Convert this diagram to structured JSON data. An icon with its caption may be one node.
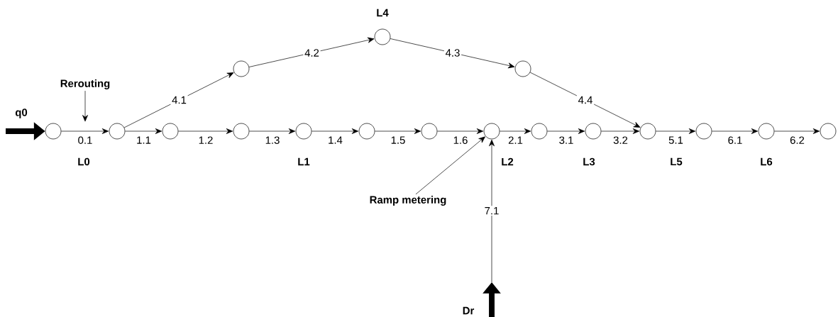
{
  "diagram": {
    "nodes": [
      {
        "text": [],
        "shape": "circle"
      },
      {
        "text": [],
        "shape": "circle"
      },
      {
        "text": [],
        "shape": "circle"
      },
      {
        "text": [],
        "shape": "circle"
      },
      {
        "text": [],
        "shape": "circle"
      },
      {
        "text": [],
        "shape": "circle"
      },
      {
        "text": [],
        "shape": "circle"
      },
      {
        "text": [],
        "shape": "circle"
      },
      {
        "text": [],
        "shape": "circle"
      },
      {
        "text": [],
        "shape": "circle"
      },
      {
        "text": [],
        "shape": "circle"
      },
      {
        "text": [],
        "shape": "circle"
      },
      {
        "text": [],
        "shape": "circle"
      },
      {
        "text": [],
        "shape": "circle"
      },
      {
        "text": [],
        "shape": "circle"
      },
      {
        "text": [],
        "shape": "circle"
      },
      {
        "text": [],
        "shape": "circle"
      },
      {
        "text": [
          "Rerouting"
        ]
      },
      {
        "text": [
          "Ramp metering"
        ]
      }
    ],
    "edges": [
      {
        "from": null,
        "to": 0,
        "arrow": "to",
        "style": "thick"
      },
      {
        "from": 0,
        "to": 1,
        "arrow": "to",
        "label": "0.1"
      },
      {
        "from": 1,
        "to": 2,
        "arrow": "to",
        "label": "1.1"
      },
      {
        "from": 2,
        "to": 3,
        "arrow": "to",
        "label": "1.2"
      },
      {
        "from": 3,
        "to": 4,
        "arrow": "to",
        "label": "1.3"
      },
      {
        "from": 4,
        "to": 5,
        "arrow": "to",
        "label": "1.4"
      },
      {
        "from": 5,
        "to": 6,
        "arrow": "to",
        "label": "1.5"
      },
      {
        "from": 6,
        "to": 7,
        "arrow": "to",
        "label": "1.6"
      },
      {
        "from": 7,
        "to": 8,
        "arrow": "to",
        "label": "2.1"
      },
      {
        "from": 8,
        "to": 9,
        "arrow": "to",
        "label": "3.1"
      },
      {
        "from": 9,
        "to": 10,
        "arrow": "to",
        "label": "3.2"
      },
      {
        "from": 10,
        "to": 11,
        "arrow": "to",
        "label": "5.1"
      },
      {
        "from": 11,
        "to": 12,
        "arrow": "to",
        "label": "6.1"
      },
      {
        "from": 12,
        "to": 13,
        "arrow": "to",
        "label": "6.2"
      },
      {
        "from": 1,
        "to": 14,
        "arrow": "to",
        "label": "4.1"
      },
      {
        "from": 14,
        "to": 15,
        "arrow": "to",
        "label": "4.2"
      },
      {
        "from": 15,
        "to": 16,
        "arrow": "to",
        "label": "4.3"
      },
      {
        "from": 16,
        "to": 10,
        "arrow": "to",
        "label": "4.4"
      },
      {
        "from": null,
        "to": 7,
        "arrow": "to",
        "label": "7.1"
      },
      {
        "from": 17,
        "to": null,
        "arrow": "to"
      },
      {
        "from": 18,
        "to": 7,
        "arrow": "to"
      }
    ],
    "labels": [
      "L4",
      "q0",
      "L0",
      "L1",
      "L2",
      "L3",
      "L5",
      "L6",
      "Dr"
    ]
  }
}
